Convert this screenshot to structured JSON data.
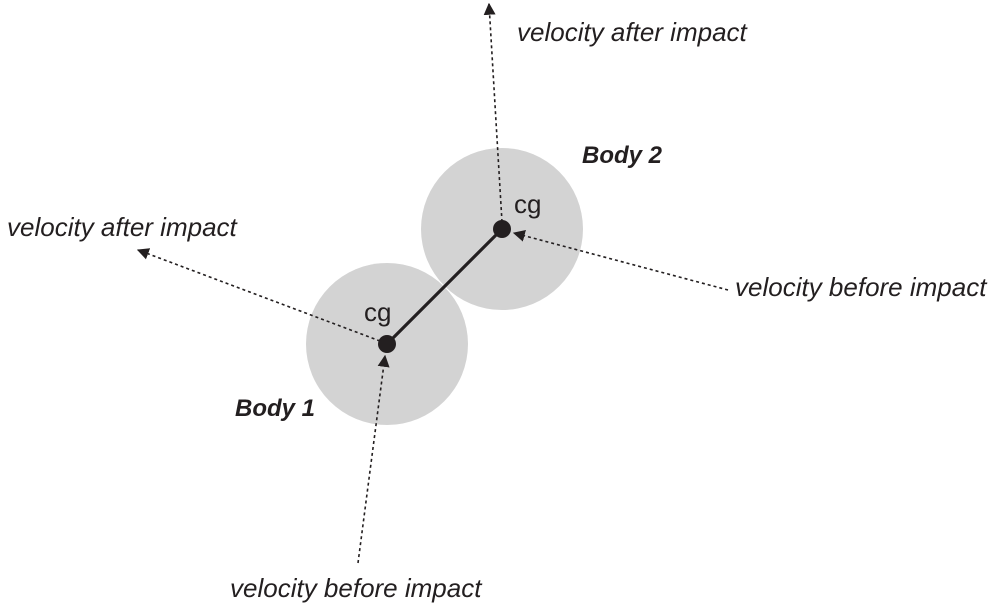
{
  "bodies": {
    "body1": {
      "label": "Body 1",
      "cg_label": "cg"
    },
    "body2": {
      "label": "Body 2",
      "cg_label": "cg"
    }
  },
  "vectors": {
    "body1_before": "velocity before impact",
    "body1_after": "velocity after impact",
    "body2_before": "velocity before impact",
    "body2_after": "velocity after impact"
  },
  "colors": {
    "body_fill": "#d3d3d3",
    "ink": "#231f20"
  }
}
